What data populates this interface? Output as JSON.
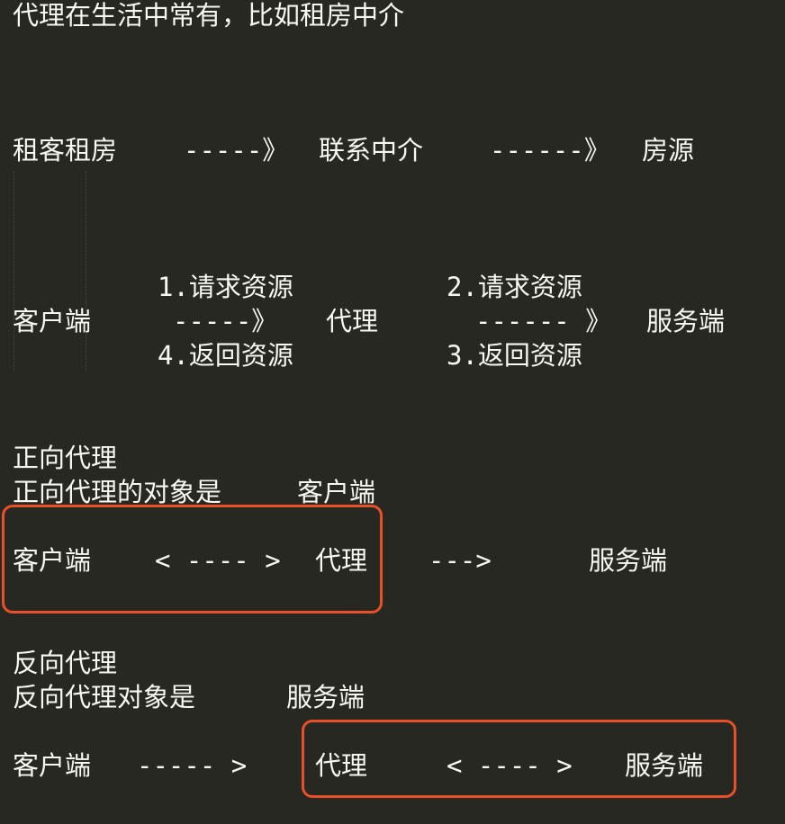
{
  "lines": {
    "intro": "代理在生活中常有，比如租房中介",
    "rent": {
      "a": "租客租房",
      "arrow1": "-----》",
      "b": "联系中介",
      "arrow2": "------》",
      "c": "房源"
    },
    "flow": {
      "req1": "1.请求资源",
      "req2": "2.请求资源",
      "client": "客户端",
      "arrow1": "-----》",
      "proxy": "代理",
      "arrow2": "------ 》",
      "server": "服务端",
      "ret4": "4.返回资源",
      "ret3": "3.返回资源"
    },
    "forward": {
      "title": "正向代理",
      "subject_label": "正向代理的对象是",
      "subject_value": "客户端",
      "client": "客户端",
      "bi_arrow": "< ---- >",
      "proxy": "代理",
      "arrow": "--->",
      "server": "服务端"
    },
    "reverse": {
      "title": "反向代理",
      "subject_label": "反向代理对象是",
      "subject_value": "服务端",
      "client": "客户端",
      "arrow": "----- >",
      "proxy": "代理",
      "bi_arrow": "< ---- >",
      "server": "服务端"
    }
  },
  "colors": {
    "background": "#272822",
    "text": "#f8f8f2",
    "highlight_box": "#e8502a"
  }
}
